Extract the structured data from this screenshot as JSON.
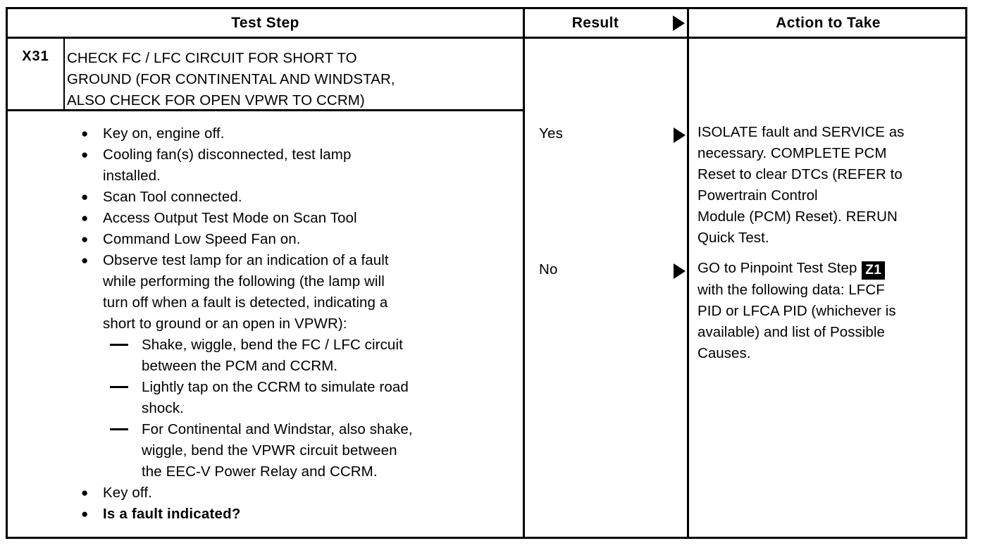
{
  "table": {
    "headers": {
      "test_step": "Test Step",
      "result": "Result",
      "action": "Action to Take",
      "result_marker_icon": "right-triangle-icon"
    },
    "step": {
      "id": "X31",
      "title_lines": [
        "CHECK FC / LFC CIRCUIT FOR SHORT TO",
        "GROUND (FOR CONTINENTAL AND WINDSTAR,",
        "ALSO CHECK FOR OPEN VPWR TO CCRM)"
      ],
      "procedure": [
        {
          "type": "bullet",
          "marker": "●",
          "lines": [
            "Key on, engine off."
          ],
          "bold": false
        },
        {
          "type": "bullet",
          "marker": "●",
          "lines": [
            "Cooling fan(s) disconnected, test lamp",
            "installed."
          ],
          "bold": false
        },
        {
          "type": "bullet",
          "marker": "●",
          "lines": [
            "Scan Tool connected."
          ],
          "bold": false
        },
        {
          "type": "bullet",
          "marker": "●",
          "lines": [
            "Access Output Test Mode on Scan Tool"
          ],
          "bold": false
        },
        {
          "type": "bullet",
          "marker": "●",
          "lines": [
            "Command Low Speed Fan on."
          ],
          "bold": false
        },
        {
          "type": "bullet",
          "marker": "●",
          "lines": [
            "Observe test lamp for an indication of a fault",
            "while performing the following (the lamp will",
            "turn off when a fault is detected, indicating a",
            "short to ground or an open in VPWR):"
          ],
          "bold": false
        },
        {
          "type": "dash",
          "marker": "—",
          "lines": [
            "Shake, wiggle, bend the FC / LFC circuit",
            "between the PCM and CCRM."
          ],
          "bold": false
        },
        {
          "type": "dash",
          "marker": "—",
          "lines": [
            "Lightly tap on the CCRM to simulate road",
            "shock."
          ],
          "bold": false
        },
        {
          "type": "dash",
          "marker": "—",
          "lines": [
            "For Continental and Windstar, also shake,",
            "wiggle, bend the VPWR circuit between",
            "the EEC-V Power Relay and CCRM."
          ],
          "bold": false
        },
        {
          "type": "bullet",
          "marker": "●",
          "lines": [
            "Key off."
          ],
          "bold": false
        },
        {
          "type": "bullet",
          "marker": "●",
          "lines": [
            "Is a fault indicated?"
          ],
          "bold": true
        }
      ]
    },
    "rows": [
      {
        "result": "Yes",
        "marker_icon": "right-triangle-icon",
        "action_lines": [
          "ISOLATE fault and SERVICE as",
          "necessary. COMPLETE PCM",
          "Reset to clear DTCs (REFER to",
          "Powertrain Control",
          "Module (PCM) Reset). RERUN",
          "Quick Test."
        ]
      },
      {
        "result": "No",
        "marker_icon": "right-triangle-icon",
        "action_lines": [
          "GO to Pinpoint Test Step ",
          "with the following data: LFCF",
          "PID or LFCA PID (whichever is",
          "available) and list of Possible",
          "Causes."
        ],
        "action_boxref": "Z1"
      }
    ]
  },
  "colors": {
    "ink": "#000000",
    "paper": "#ffffff"
  }
}
